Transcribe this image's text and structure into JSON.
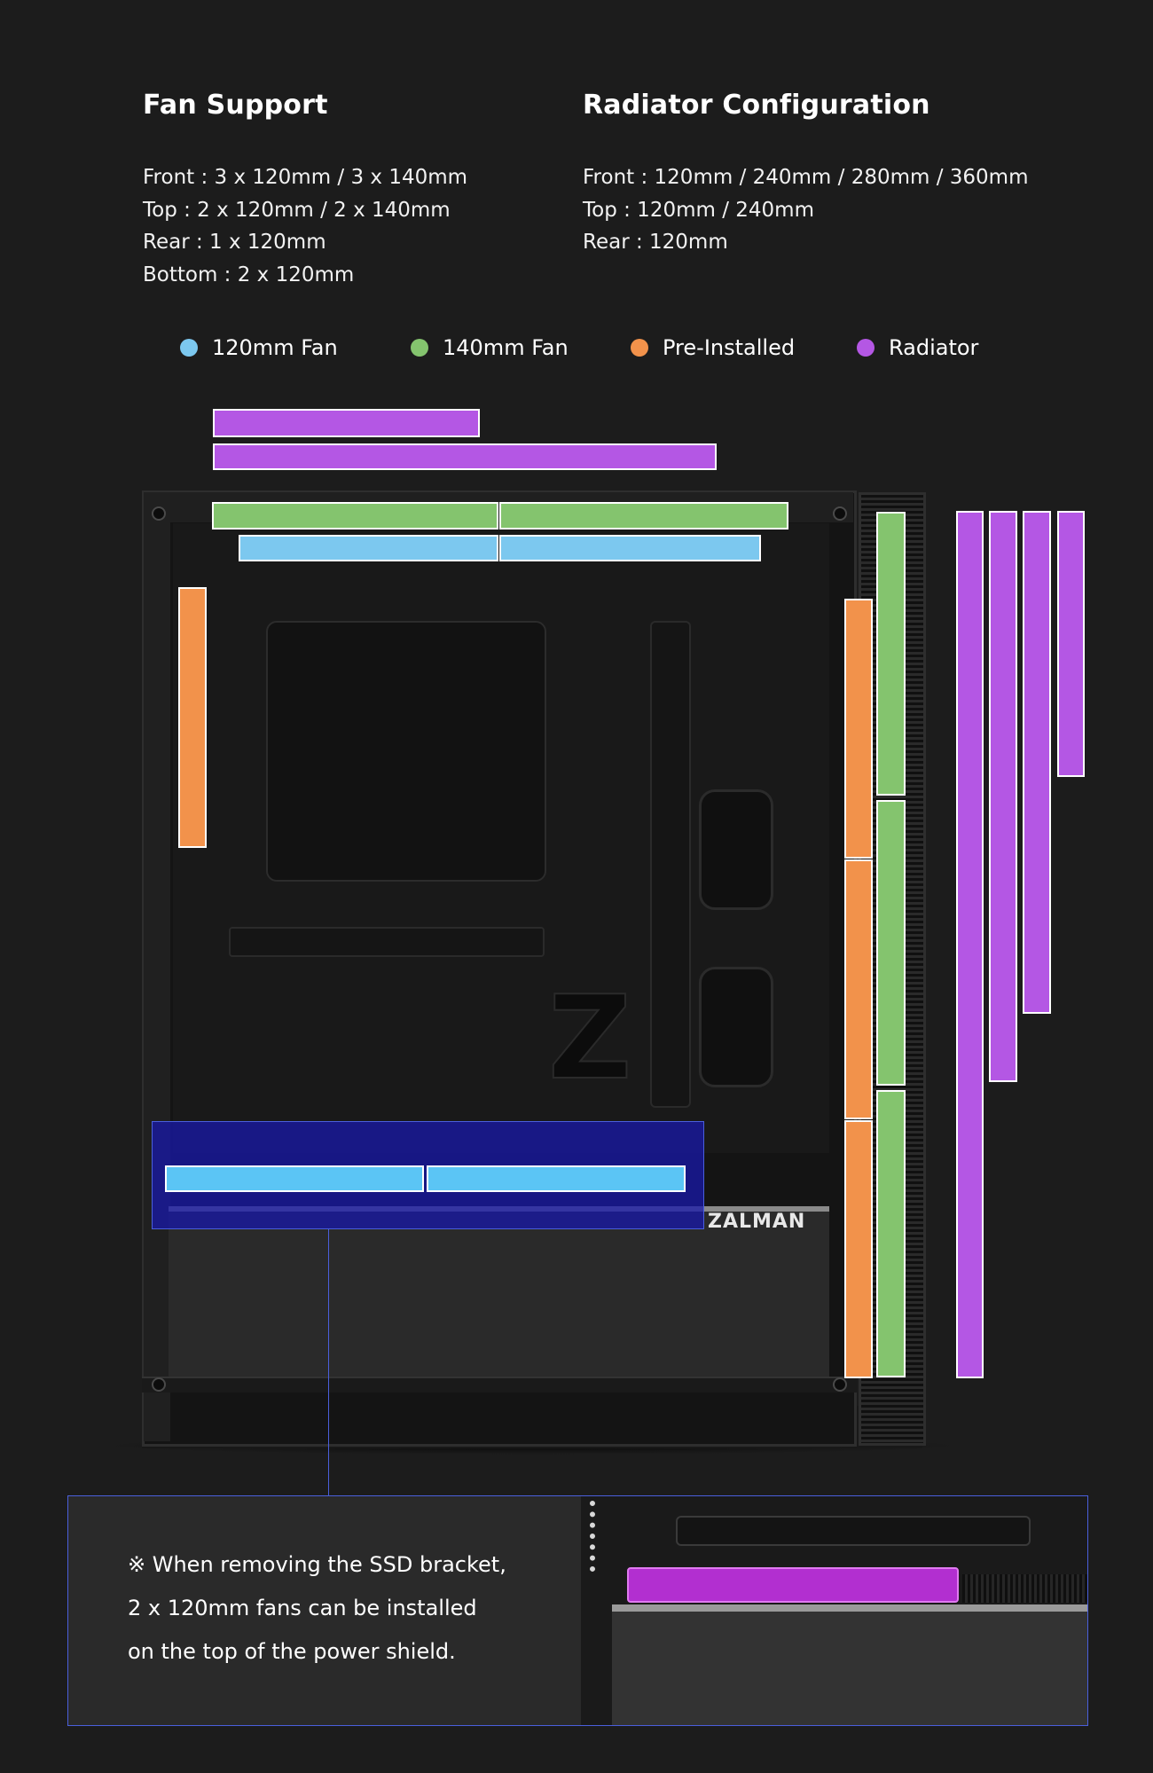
{
  "fan_support": {
    "title": "Fan Support",
    "lines": [
      "Front : 3 x 120mm / 3 x 140mm",
      "Top : 2 x 120mm / 2 x 140mm",
      "Rear : 1 x 120mm",
      "Bottom : 2 x 120mm"
    ]
  },
  "radiator_config": {
    "title": "Radiator Configuration",
    "lines": [
      "Front : 120mm / 240mm / 280mm / 360mm",
      "Top : 120mm / 240mm",
      "Rear : 120mm"
    ]
  },
  "legend": [
    {
      "label": "120mm Fan",
      "color": "#7cc8ef"
    },
    {
      "label": "140mm Fan",
      "color": "#84c46e"
    },
    {
      "label": "Pre-Installed",
      "color": "#f2924b"
    },
    {
      "label": "Radiator",
      "color": "#b457e4"
    }
  ],
  "brand": "ZALMAN",
  "callout": {
    "lines": [
      "※ When removing the SSD bracket,",
      "2 x 120mm fans can be installed",
      "on the top of the power shield."
    ]
  },
  "colors": {
    "background": "#1c1c1c",
    "highlight": "#1818aa",
    "callout_border": "#4a5fdc"
  }
}
